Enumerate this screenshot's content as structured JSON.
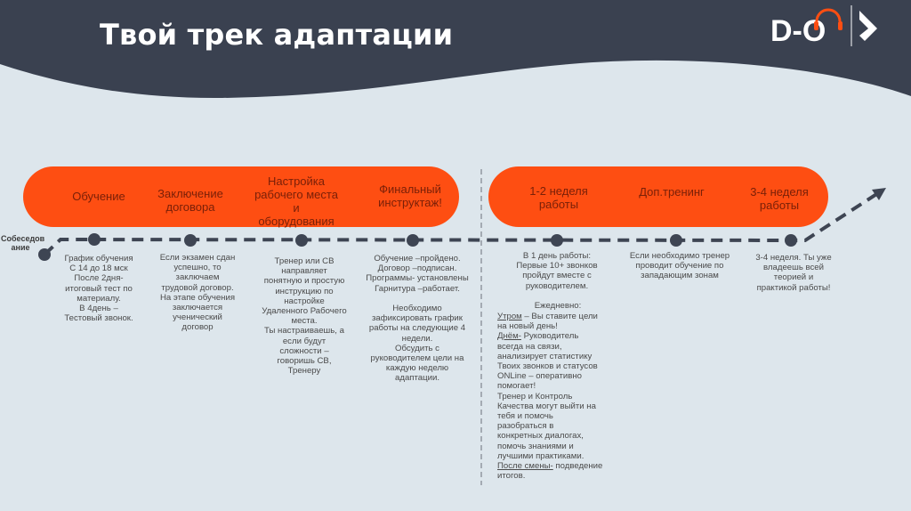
{
  "header": {
    "title": "Твой трек адаптации",
    "logo_text": "D-O",
    "logo_icon": "brand-mark-icon"
  },
  "colors": {
    "header_bg": "#3a4150",
    "page_bg": "#dde6ec",
    "pill_fill": "#fe4e12",
    "pill_text": "#7a2008",
    "track": "#3e4553",
    "body_text": "#4a4a4a"
  },
  "timeline": {
    "start_label": "Собеседов\nание",
    "stages_left": [
      {
        "label": "Обучение"
      },
      {
        "label": "Заключение\nдоговора"
      },
      {
        "label": "Настройка\nрабочего места\nи\nоборудования"
      },
      {
        "label": "Финальный\nинструктаж!"
      }
    ],
    "stages_right": [
      {
        "label": "1-2 неделя\nработы"
      },
      {
        "label": "Доп.тренинг"
      },
      {
        "label": "3-4 неделя\nработы"
      }
    ],
    "descriptions": [
      "График обучения\nС 14 до 18 мск\nПосле 2дня-\nитоговый тест по\nматериалу.\nВ 4день –\nТестовый звонок.",
      "Если экзамен сдан\nуспешно, то\nзаключаем\nтрудовой договор.\nНа этапе обучения\nзаключается\nученический\nдоговор",
      "Тренер или  СВ\nнаправляет\nпонятную и простую\nинструкцию по\nнастройке\nУдаленного Рабочего\nместа.\nТы настраиваешь, а\nесли будут\nсложности –\nговоришь СВ,\nТренеру",
      "Обучение –пройдено.\nДоговор –подписан.\nПрограммы- установлены\nГарнитура –работает.\n\nНеобходимо\nзафиксировать график\nработы на следующие 4\nнедели.\nОбсудить с\nруководителем цели на\nкаждую неделю\nадаптации.",
      "Если необходимо тренер\nпроводит обучение по\nзападающим зонам",
      "3-4 неделя. Ты уже\nвладеешь всей\nтеорией и\nпрактикой работы!"
    ],
    "week1": {
      "intro": "В 1 день работы:\nПервые 10+ звонков\nпройдут вместе с\nруководителем.",
      "daily": "Ежедневно:",
      "morning_label": "Утром",
      "morning_text": " – Вы ставите цели\nна новый день!",
      "day_label": "Днём-",
      "day_text": "  Руководитель\nвсегда на связи,\nанализирует статистику\nТвоих звонков и статусов\nONLine – оперативно\nпомогает!\nТренер и Контроль\nКачества  могут выйти на\nтебя и помочь\nразобраться в\nконкретных диалогах,\nпомочь знаниями и\nлучшими практиками.",
      "after_label": "После смены-",
      "after_text": " подведение\nитогов."
    }
  }
}
